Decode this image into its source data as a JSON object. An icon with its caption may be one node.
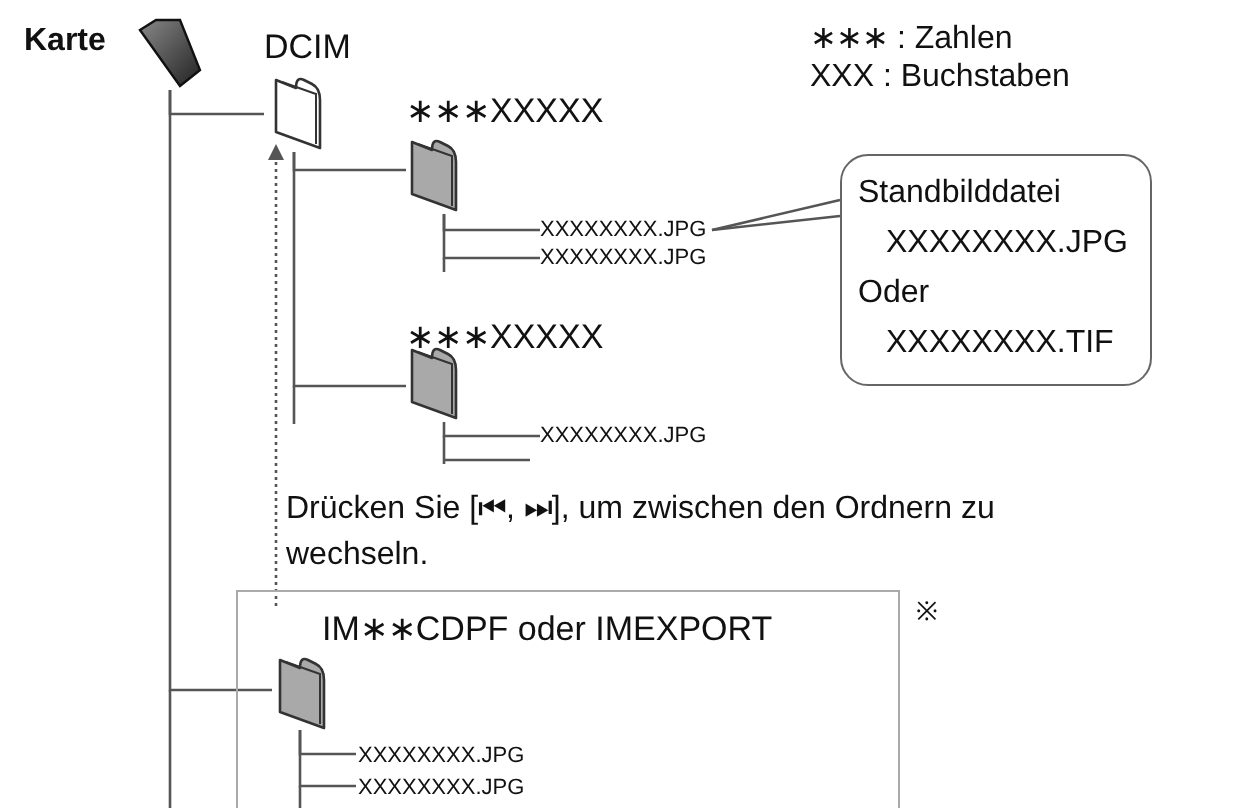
{
  "diagram": {
    "nodes": [
      {
        "text": [
          "Karte"
        ]
      },
      {
        "text": [
          "DCIM"
        ]
      },
      {
        "text": [
          "∗∗∗XXXXX"
        ]
      },
      {
        "text": [
          "XXXXXXXX.JPG"
        ]
      },
      {
        "text": [
          "XXXXXXXX.JPG"
        ]
      },
      {
        "text": [
          "∗∗∗XXXXX"
        ]
      },
      {
        "text": [
          "XXXXXXXX.JPG"
        ]
      },
      {
        "text": [
          "Standbilddatei",
          "XXXXXXXX.JPG",
          "Oder",
          "XXXXXXXX.TIF"
        ]
      },
      {
        "text": [],
        "shape": "box",
        "beside": [
          "※"
        ]
      },
      {
        "text": [
          "IM∗∗CDPF oder IMEXPORT"
        ],
        "in": 8
      },
      {
        "text": [
          "XXXXXXXX.JPG"
        ],
        "in": 8
      },
      {
        "text": [
          "XXXXXXXX.JPG"
        ],
        "in": 8
      }
    ],
    "edges": [
      {
        "from": 0,
        "to": 1,
        "arrow": "none"
      },
      {
        "from": 0,
        "to": 9,
        "arrow": "none"
      },
      {
        "from": 1,
        "to": 2,
        "arrow": "none"
      },
      {
        "from": 1,
        "to": 5,
        "arrow": "none"
      },
      {
        "from": 2,
        "to": 3,
        "arrow": "none"
      },
      {
        "from": 2,
        "to": 4,
        "arrow": "none"
      },
      {
        "from": 5,
        "to": 6,
        "arrow": "none"
      },
      {
        "from": 9,
        "to": 10,
        "arrow": "none"
      },
      {
        "from": 9,
        "to": 11,
        "arrow": "none"
      },
      {
        "from": 7,
        "to": 3,
        "arrow": "none"
      },
      {
        "from": 9,
        "to": 1,
        "arrow": "to",
        "style": "dashed"
      }
    ],
    "labels": [
      "∗∗∗ : Zahlen",
      "XXX : Buchstaben",
      "Drücken Sie [⏮, ⏭], um zwischen den Ordnern zu wechseln."
    ]
  }
}
